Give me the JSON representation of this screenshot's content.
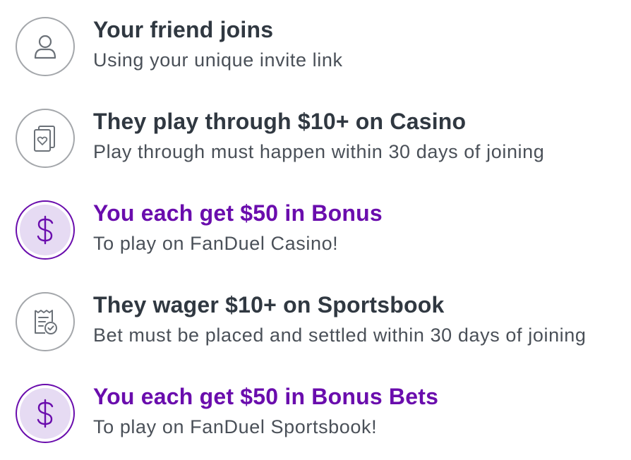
{
  "colors": {
    "title": "#303841",
    "subtitle": "#4a5058",
    "accent": "#6a0dad",
    "accent_light": "#e6dbf3",
    "icon_border": "#a4a7ab"
  },
  "steps": [
    {
      "icon": "user-icon",
      "title": "Your friend joins",
      "subtitle": "Using your unique invite link",
      "highlight": false
    },
    {
      "icon": "cards-icon",
      "title": "They play through $10+ on Casino",
      "subtitle": "Play through must happen within 30 days of joining",
      "highlight": false
    },
    {
      "icon": "dollar-icon",
      "title": "You each get $50 in Bonus",
      "subtitle": "To play on FanDuel Casino!",
      "highlight": true
    },
    {
      "icon": "bet-slip-icon",
      "title": "They wager $10+ on Sportsbook",
      "subtitle": "Bet must be placed and settled within 30 days of joining",
      "highlight": false
    },
    {
      "icon": "dollar-icon",
      "title": "You each get $50 in Bonus Bets",
      "subtitle": "To play on FanDuel Sportsbook!",
      "highlight": true
    }
  ]
}
